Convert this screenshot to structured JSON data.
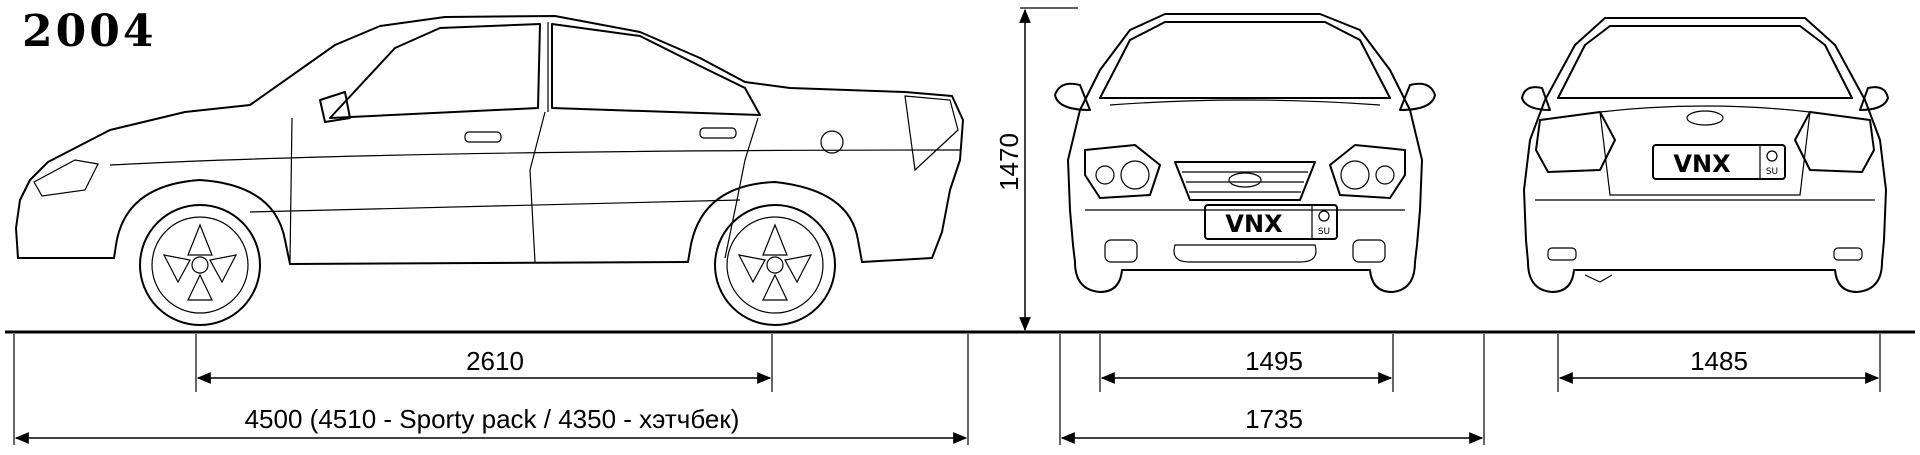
{
  "year": "2004",
  "dimensions": {
    "wheelbase": "2610",
    "length": "4500 (4510 - Sporty pack / 4350 - хэтчбек)",
    "height": "1470",
    "front_track": "1495",
    "width": "1735",
    "rear_track": "1485"
  },
  "plates": {
    "front": "VNX",
    "rear": "VNX",
    "region": "SU"
  }
}
